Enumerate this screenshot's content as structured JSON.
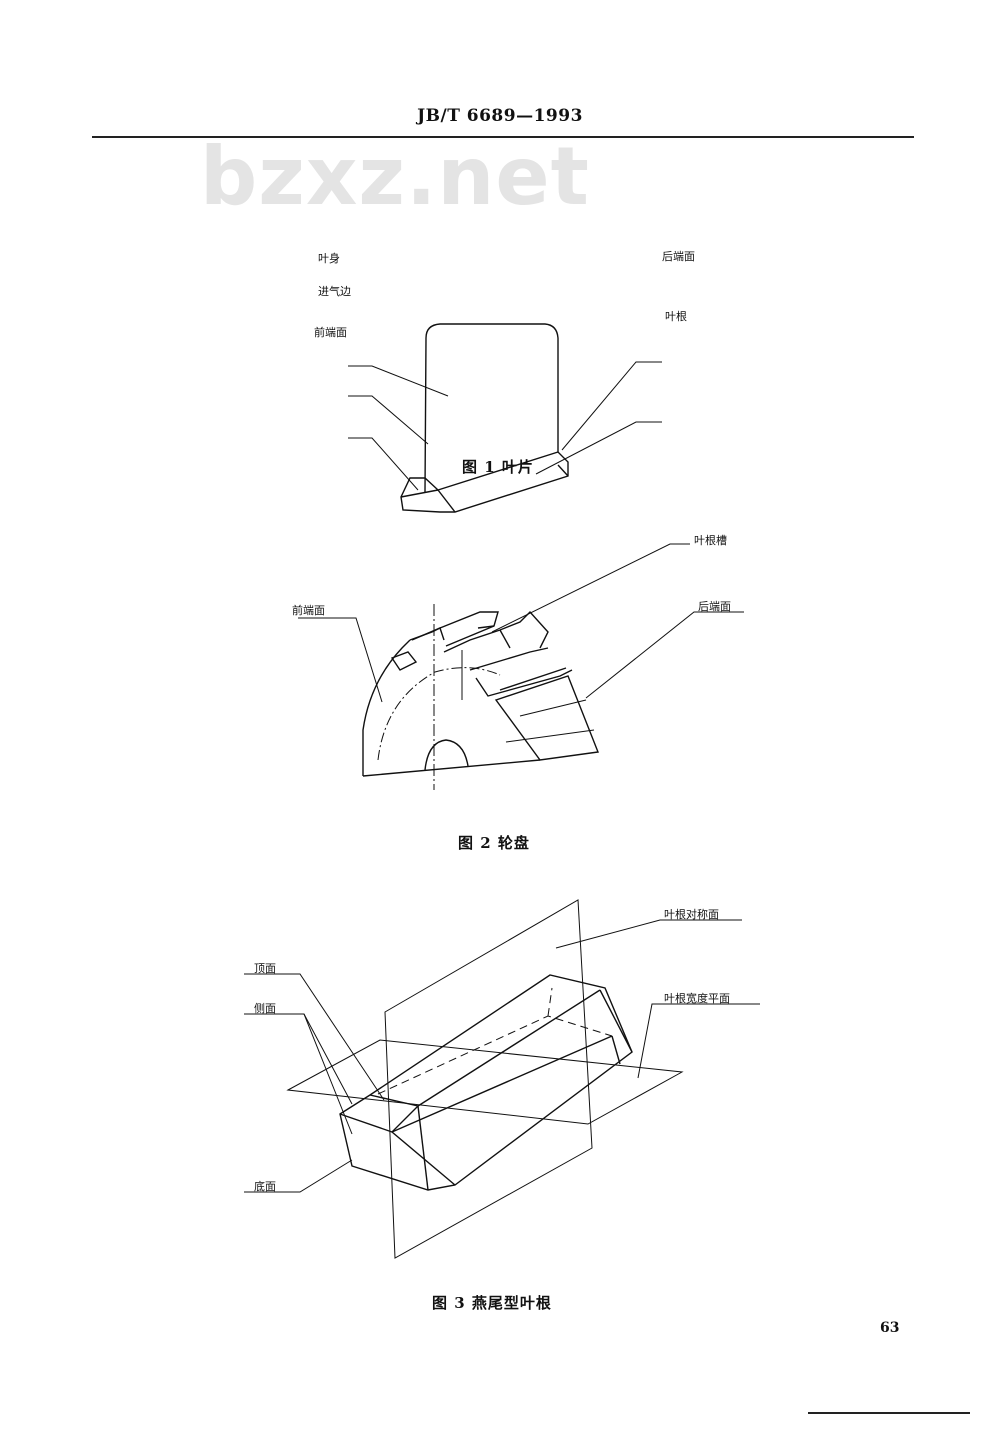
{
  "header": {
    "standard_number": "JB/T 6689—1993"
  },
  "watermark": {
    "text": "bzxz.net"
  },
  "figure1": {
    "caption": "图 1   叶片",
    "labels": {
      "airfoil": "叶身",
      "leading_edge": "进气边",
      "front_face": "前端面",
      "rear_face": "后端面",
      "root": "叶根"
    }
  },
  "figure2": {
    "caption": "图 2   轮盘",
    "labels": {
      "root_slot": "叶根槽",
      "front_face": "前端面",
      "rear_face": "后端面"
    }
  },
  "figure3": {
    "caption": "图 3   燕尾型叶根",
    "labels": {
      "symmetry_plane": "叶根对称面",
      "top_face": "顶面",
      "side_face": "侧面",
      "width_plane": "叶根宽度平面",
      "bottom_face": "底面"
    }
  },
  "footer": {
    "page_number": "63"
  }
}
